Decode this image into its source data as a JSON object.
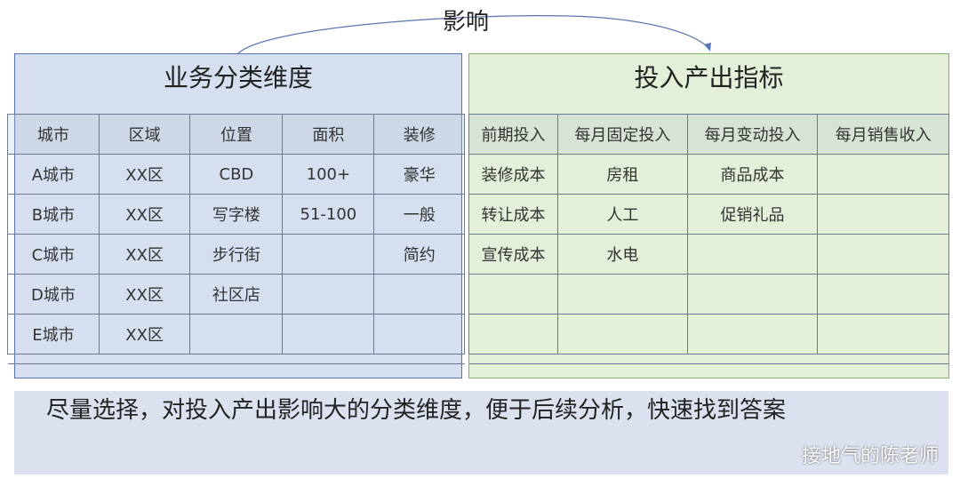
{
  "arrow_label": "影响",
  "left": {
    "title": "业务分类维度",
    "headers": [
      "城市",
      "区域",
      "位置",
      "面积",
      "装修"
    ],
    "rows": [
      [
        "A城市",
        "XX区",
        "CBD",
        "100+",
        "豪华"
      ],
      [
        "B城市",
        "XX区",
        "写字楼",
        "51-100",
        "一般"
      ],
      [
        "C城市",
        "XX区",
        "步行街",
        "",
        "简约"
      ],
      [
        "D城市",
        "XX区",
        "社区店",
        "",
        ""
      ],
      [
        "E城市",
        "XX区",
        "",
        "",
        ""
      ]
    ]
  },
  "right": {
    "title": "投入产出指标",
    "headers": [
      "前期投入",
      "每月固定投入",
      "每月变动投入",
      "每月销售收入"
    ],
    "rows": [
      [
        "装修成本",
        "房租",
        "商品成本",
        ""
      ],
      [
        "转让成本",
        "人工",
        "促销礼品",
        ""
      ],
      [
        "宣传成本",
        "水电",
        "",
        ""
      ],
      [
        "",
        "",
        "",
        ""
      ],
      [
        "",
        "",
        "",
        ""
      ]
    ]
  },
  "note": "尽量选择，对投入产出影响大的分类维度，便于后续分析，快速找到答案",
  "watermark": "接地气的陈老师"
}
